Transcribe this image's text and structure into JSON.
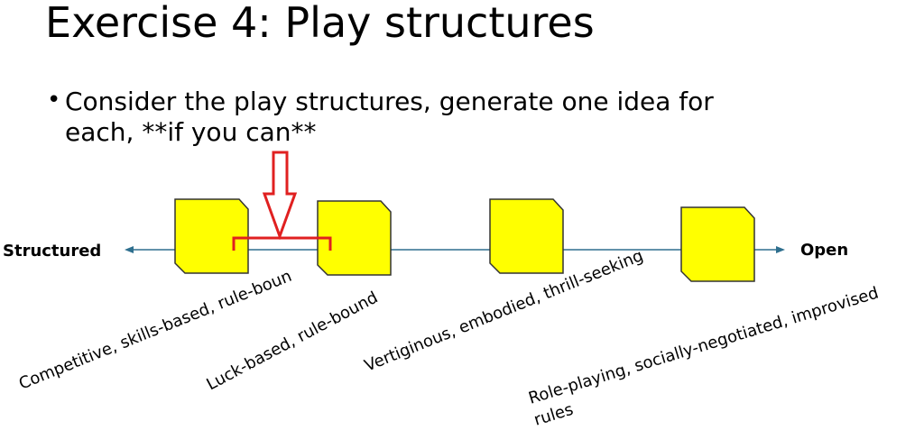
{
  "title": "Exercise 4: Play structures",
  "bullet": {
    "line1": "Consider the play structures, generate one idea for",
    "line2": "each, **if you can**"
  },
  "axis": {
    "left_label": "Structured",
    "right_label": "Open",
    "color": "#2e6f8e"
  },
  "categories": [
    {
      "label": "Competitive, skills-based, rule-boun"
    },
    {
      "label": "Luck-based, rule-bound"
    },
    {
      "label": "Vertiginous, embodied, thrill-seeking"
    },
    {
      "label_line1": "Role-playing, socially-negotiated, improvised",
      "label_line2": "rules"
    }
  ],
  "colors": {
    "box_fill": "#ffff00",
    "box_stroke": "#333333",
    "marker": "#e02020"
  }
}
